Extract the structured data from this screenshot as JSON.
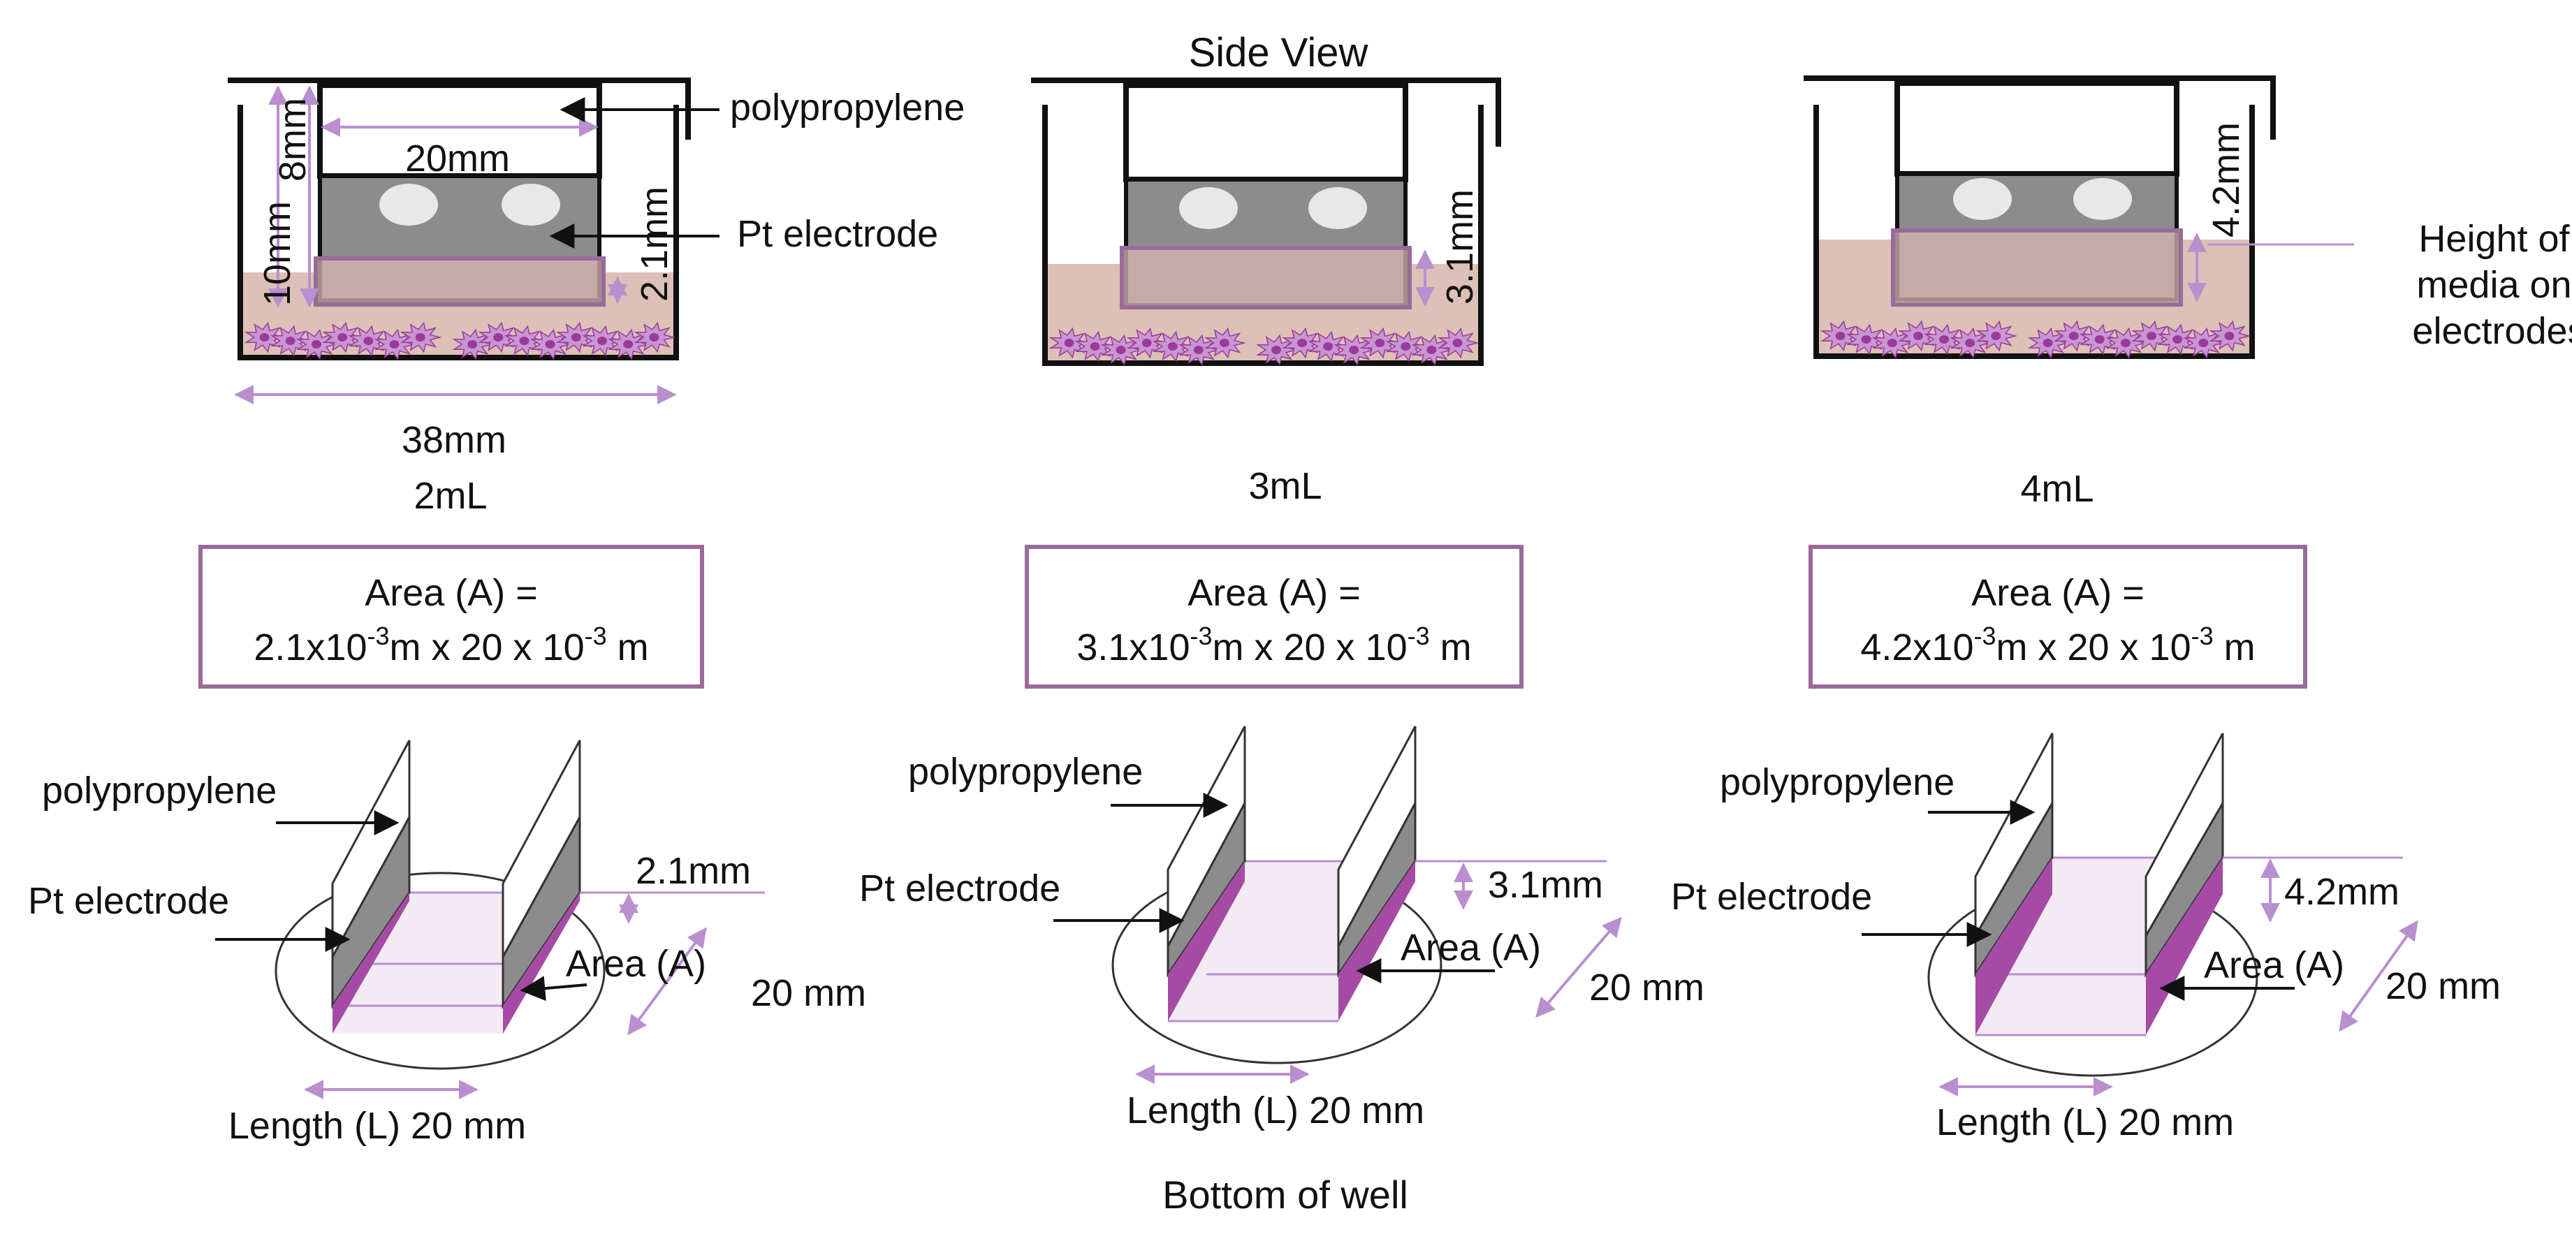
{
  "colors": {
    "line": "#111111",
    "dimension": "#b98fd0",
    "media": "#ddc0b6",
    "electrode_gray": "#8c8c8c",
    "electrode_submerged": "#a54ba5",
    "area_fill": "#f4eaf3",
    "box_border": "#9a6a9a",
    "cell_fill": "#c896d2",
    "cell_core": "#9a3a9a"
  },
  "top_title": "Side View",
  "bottom_title": "Bottom of well",
  "columns": [
    {
      "volume": "2mL",
      "side": {
        "labels": {
          "poly": "polypropylene",
          "pt": "Pt electrode",
          "width": "20mm",
          "well_height": "10mm",
          "electrode_height": "8mm",
          "media_height": "2.1mm",
          "well_width": "38mm"
        }
      },
      "area_box": {
        "line1": "Area (A) =",
        "mant1": "2.1x10",
        "exp1": "-3",
        "mid": "m x 20 x 10",
        "exp2": "-3",
        "tail": " m"
      },
      "iso": {
        "poly": "polypropylene",
        "pt": "Pt electrode",
        "height": "2.1mm",
        "area": "Area (A)",
        "depth": "20 mm",
        "length": "Length (L) 20 mm"
      }
    },
    {
      "volume": "3mL",
      "side": {
        "labels": {
          "media_height": "3.1mm"
        }
      },
      "area_box": {
        "line1": "Area (A) =",
        "mant1": "3.1x10",
        "exp1": "-3",
        "mid": "m x 20 x 10",
        "exp2": "-3",
        "tail": " m"
      },
      "iso": {
        "poly": "polypropylene",
        "pt": "Pt electrode",
        "height": "3.1mm",
        "area": "Area (A)",
        "depth": "20 mm",
        "length": "Length (L) 20 mm"
      }
    },
    {
      "volume": "4mL",
      "side": {
        "labels": {
          "media_height": "4.2mm",
          "note": [
            "Height of",
            "media on",
            "electrodes"
          ]
        }
      },
      "area_box": {
        "line1": "Area (A) =",
        "mant1": "4.2x10",
        "exp1": "-3",
        "mid": "m x 20 x 10",
        "exp2": "-3",
        "tail": " m"
      },
      "iso": {
        "poly": "polypropylene",
        "pt": "Pt electrode",
        "height": "4.2mm",
        "area": "Area (A)",
        "depth": "20 mm",
        "length": "Length (L) 20 mm"
      }
    }
  ]
}
